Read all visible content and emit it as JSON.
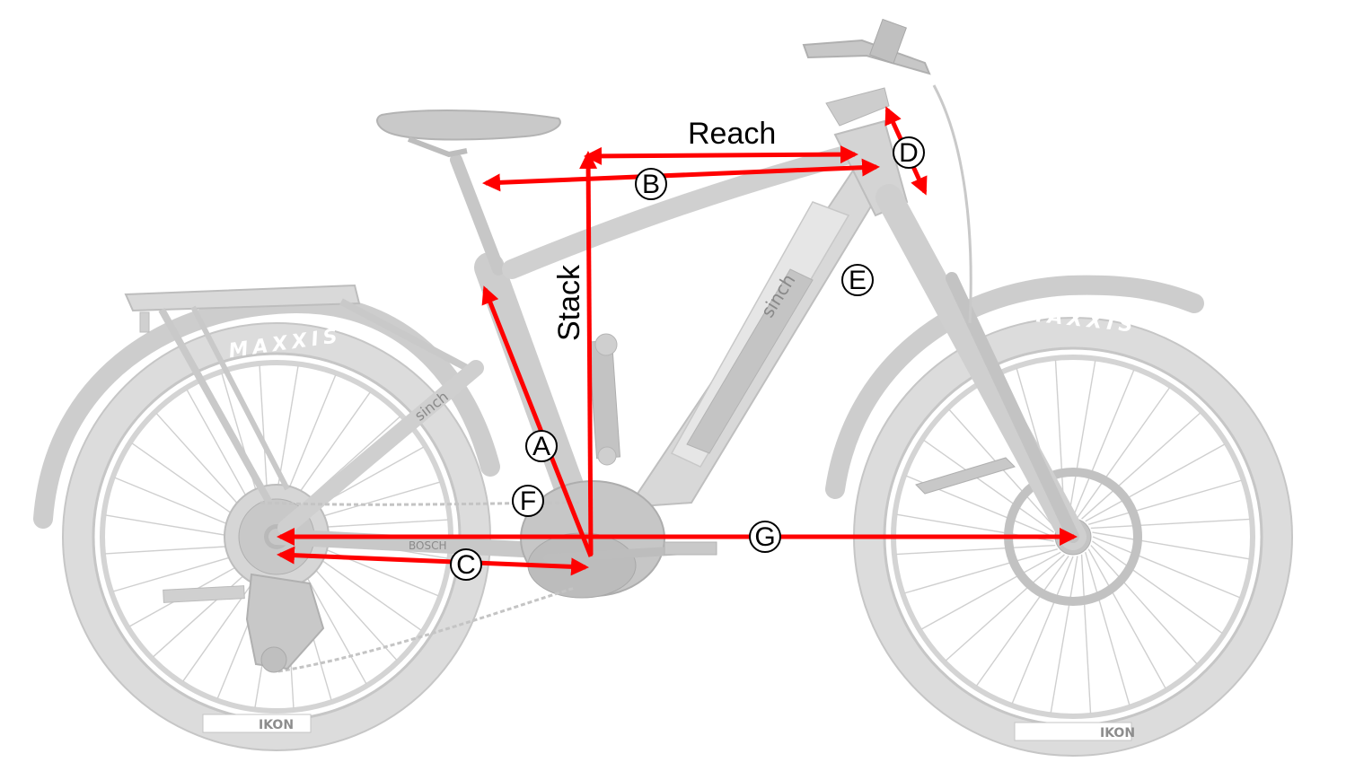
{
  "diagram": {
    "labels": {
      "reach": "Reach",
      "stack": "Stack",
      "a": "A",
      "b": "B",
      "c": "C",
      "d": "D",
      "e": "E",
      "f": "F",
      "g": "G"
    },
    "bike": {
      "tire_brand": "MAXXIS",
      "frame_brand": "sinch",
      "drive_brand": "BOSCH",
      "rim_text": "IKON"
    },
    "colors": {
      "dimension": "#ff0000",
      "bike": "#cfcfcf",
      "label_text": "#000000"
    }
  }
}
